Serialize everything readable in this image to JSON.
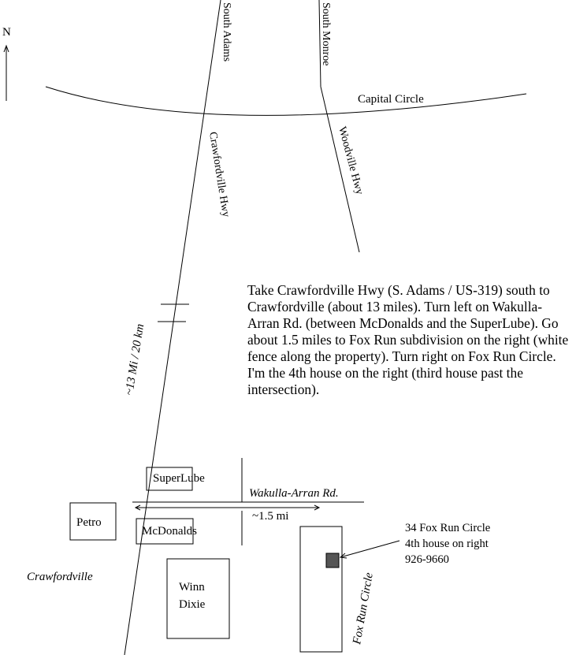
{
  "compass": {
    "label": "N",
    "icon": "north-arrow-icon"
  },
  "roads": {
    "south_adams": "South Adams",
    "south_monroe": "South Monroe",
    "capital_circle": "Capital Circle",
    "crawfordville_hwy": "Crawfordville Hwy",
    "woodville_hwy": "Woodville Hwy",
    "wakulla_arran": "Wakulla-Arran Rd.",
    "fox_run_circle": "Fox Run Circle"
  },
  "distances": {
    "highway": "~13 Mi / 20 km",
    "wakulla": "~1.5 mi"
  },
  "places": {
    "superlube": "SuperLube",
    "petro": "Petro",
    "mcdonalds": "McDonalds",
    "winn": "Winn",
    "dixie": "Dixie",
    "crawfordville": "Crawfordville"
  },
  "directions": "Take Crawfordville Hwy (S. Adams / US-319) south to Crawfordville (about 13 miles).  Turn left on Wakulla-Arran Rd. (between McDonalds and the SuperLube).  Go about 1.5 miles to Fox Run subdivision on the right (white fence along the property).  Turn right on Fox Run Circle.  I'm the 4th house on the right (third house past the intersection).",
  "address": {
    "line1": "34 Fox Run Circle",
    "line2": "4th house on right",
    "line3": "926-9660"
  }
}
